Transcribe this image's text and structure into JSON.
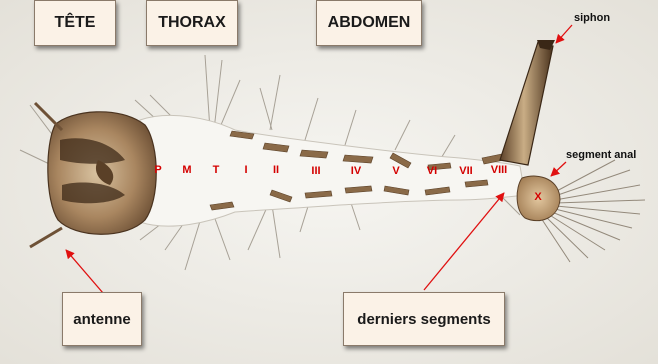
{
  "header_labels": {
    "tete": "TÊTE",
    "thorax": "THORAX",
    "abdomen": "ABDOMEN"
  },
  "callouts": {
    "siphon": "siphon",
    "segment_anal": "segment anal",
    "antenne": "antenne",
    "derniers_segments": "derniers segments"
  },
  "segment_letters": [
    "P",
    "M",
    "T",
    "I",
    "II",
    "III",
    "IV",
    "V",
    "VI",
    "VII",
    "VIII"
  ],
  "anal_segment_letter": "X",
  "colors": {
    "background": "#eceae4",
    "label_box": "#fbf2e7",
    "segment_letters": "#d40000",
    "arrows": "#e01010",
    "chitin": "#7a5a3a"
  }
}
